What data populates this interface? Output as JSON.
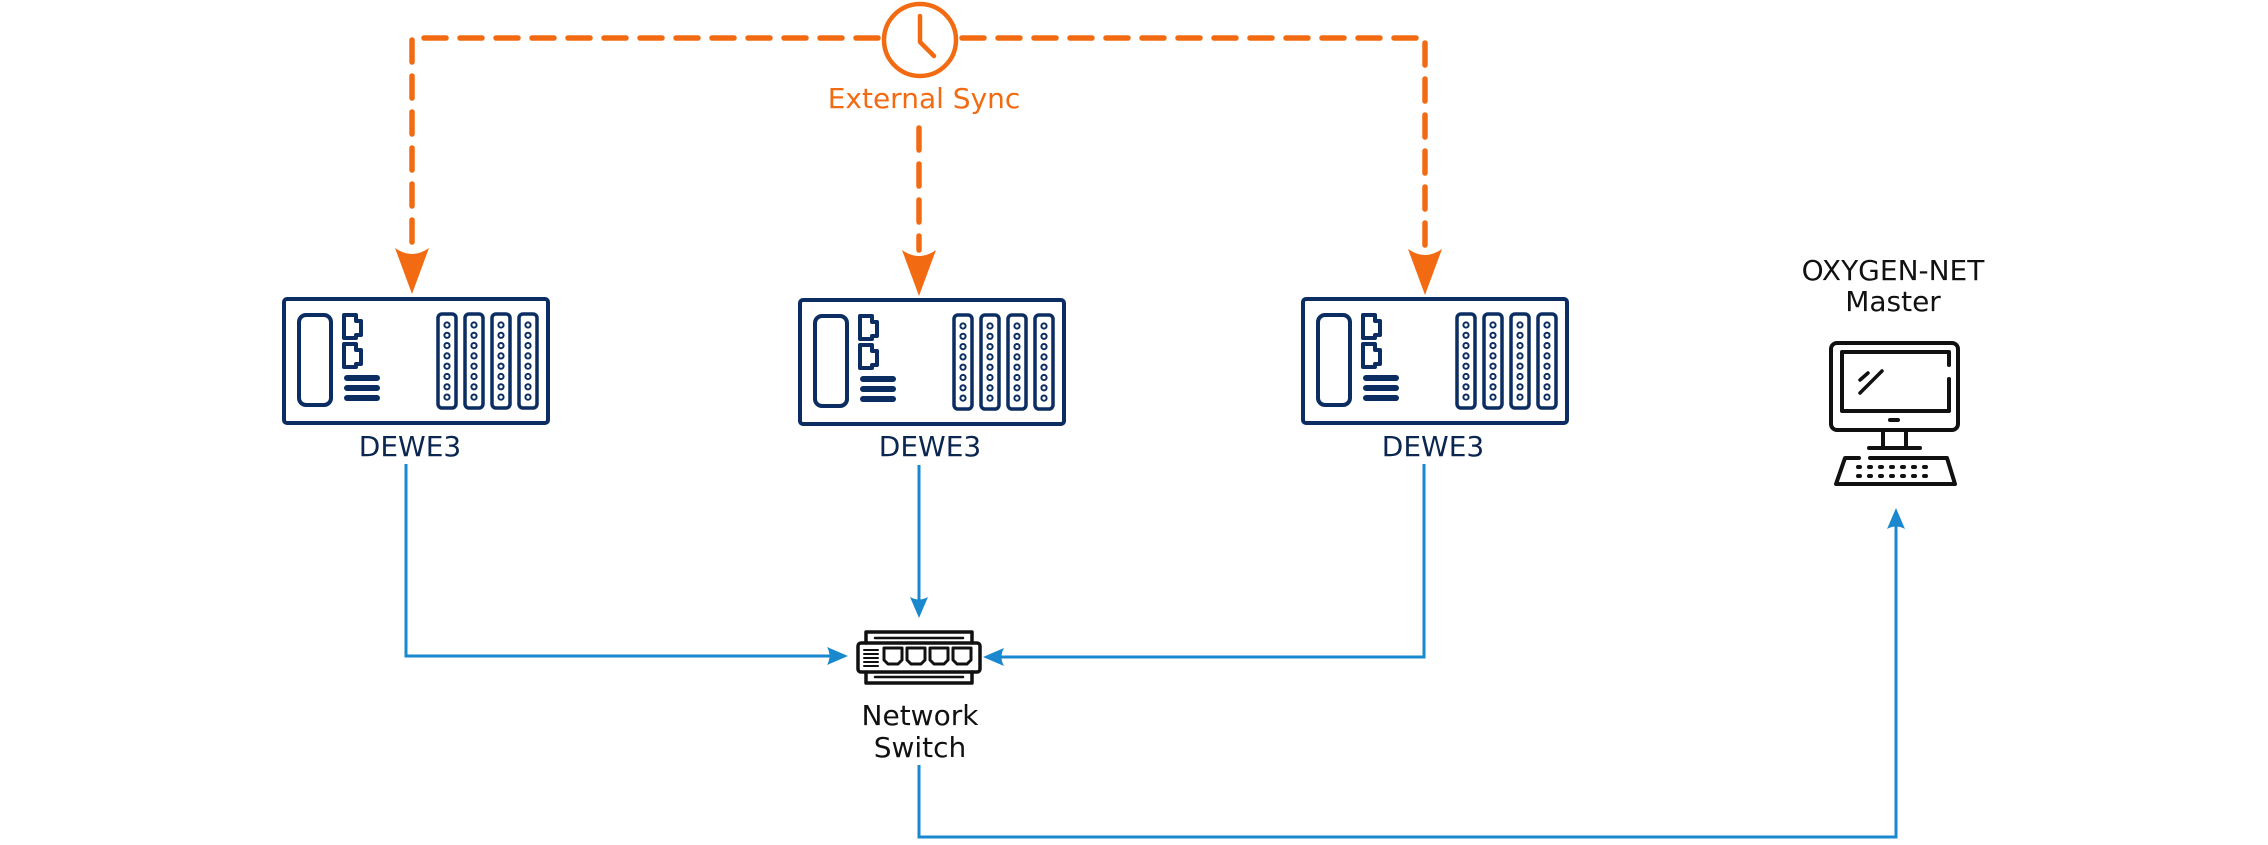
{
  "diagram": {
    "title": "",
    "colors": {
      "sync": "#f26b13",
      "network": "#1a88cf",
      "device": "#0b2d62",
      "icon": "#111111",
      "background": "#ffffff"
    },
    "sync_source": {
      "label": "External Sync",
      "icon": "clock-icon"
    },
    "devices": [
      {
        "id": "dewe3-1",
        "label": "DEWE3",
        "icon": "daq-device-icon"
      },
      {
        "id": "dewe3-2",
        "label": "DEWE3",
        "icon": "daq-device-icon"
      },
      {
        "id": "dewe3-3",
        "label": "DEWE3",
        "icon": "daq-device-icon"
      }
    ],
    "switch": {
      "label_line1": "Network",
      "label_line2": "Switch",
      "icon": "network-switch-icon"
    },
    "master": {
      "label_line1": "OXYGEN-NET",
      "label_line2": "Master",
      "icon": "desktop-computer-icon"
    },
    "connections": [
      {
        "from": "External Sync",
        "to": "dewe3-1",
        "type": "sync",
        "style": "dashed"
      },
      {
        "from": "External Sync",
        "to": "dewe3-2",
        "type": "sync",
        "style": "dashed"
      },
      {
        "from": "External Sync",
        "to": "dewe3-3",
        "type": "sync",
        "style": "dashed"
      },
      {
        "from": "dewe3-1",
        "to": "Network Switch",
        "type": "network",
        "style": "solid"
      },
      {
        "from": "dewe3-2",
        "to": "Network Switch",
        "type": "network",
        "style": "solid"
      },
      {
        "from": "dewe3-3",
        "to": "Network Switch",
        "type": "network",
        "style": "solid"
      },
      {
        "from": "Network Switch",
        "to": "OXYGEN-NET Master",
        "type": "network",
        "style": "solid"
      }
    ]
  }
}
